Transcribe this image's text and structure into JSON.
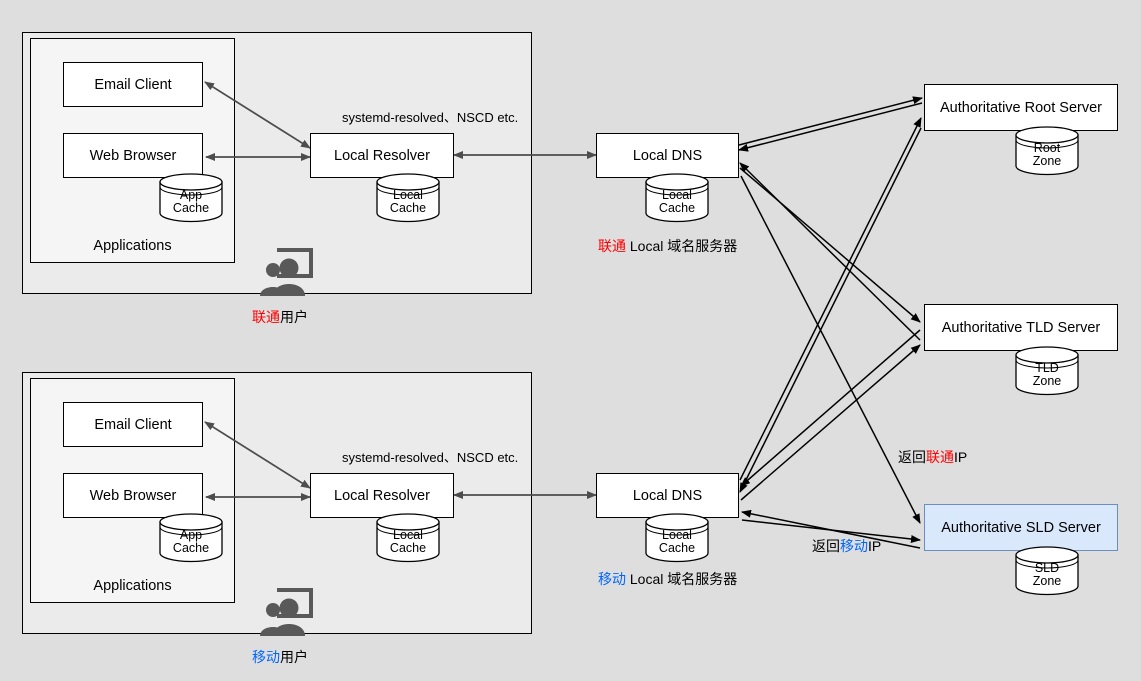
{
  "diagram": {
    "title": "DNS Resolution Architecture",
    "background_color": "#dedede",
    "frame_color": "#ebebeb",
    "apps_color": "#f5f5f5",
    "highlight_fill": "#dae8fc",
    "highlight_stroke": "#6c8ebf",
    "accent_red": "#ff0000",
    "accent_blue": "#0066ff"
  },
  "clients": [
    {
      "id": "unicom",
      "apps_label": "Applications",
      "email_client": "Email Client",
      "web_browser": "Web Browser",
      "app_cache_line1": "App",
      "app_cache_line2": "Cache",
      "resolver": "Local Resolver",
      "resolver_note": "systemd-resolved、NSCD etc.",
      "local_cache_line1": "Local",
      "local_cache_line2": "Cache",
      "user_label_accent": "联通",
      "user_label_rest": "用户",
      "user_icon": "users-screen-icon"
    },
    {
      "id": "mobile",
      "apps_label": "Applications",
      "email_client": "Email Client",
      "web_browser": "Web Browser",
      "app_cache_line1": "App",
      "app_cache_line2": "Cache",
      "resolver": "Local Resolver",
      "resolver_note": "systemd-resolved、NSCD etc.",
      "local_cache_line1": "Local",
      "local_cache_line2": "Cache",
      "user_label_accent": "移动",
      "user_label_rest": "用户",
      "user_icon": "users-screen-icon"
    }
  ],
  "local_dns": [
    {
      "id": "unicom-dns",
      "title": "Local DNS",
      "cache_line1": "Local",
      "cache_line2": "Cache",
      "caption_accent": "联通",
      "caption_rest": " Local 域名服务器"
    },
    {
      "id": "mobile-dns",
      "title": "Local DNS",
      "cache_line1": "Local",
      "cache_line2": "Cache",
      "caption_accent": "移动",
      "caption_rest": " Local 域名服务器"
    }
  ],
  "authoritative_servers": [
    {
      "id": "root",
      "title": "Authoritative Root Server",
      "zone_line1": "Root",
      "zone_line2": "Zone",
      "highlighted": false
    },
    {
      "id": "tld",
      "title": "Authoritative TLD Server",
      "zone_line1": "TLD",
      "zone_line2": "Zone",
      "highlighted": false
    },
    {
      "id": "sld",
      "title": "Authoritative SLD Server",
      "zone_line1": "SLD",
      "zone_line2": "Zone",
      "highlighted": true
    }
  ],
  "edge_labels": [
    {
      "id": "return-unicom-ip",
      "prefix": "返回",
      "accent": "联通",
      "suffix": "IP",
      "accent_color": "#ff0000"
    },
    {
      "id": "return-mobile-ip",
      "prefix": "返回",
      "accent": "移动",
      "suffix": "IP",
      "accent_color": "#0066ff"
    }
  ]
}
